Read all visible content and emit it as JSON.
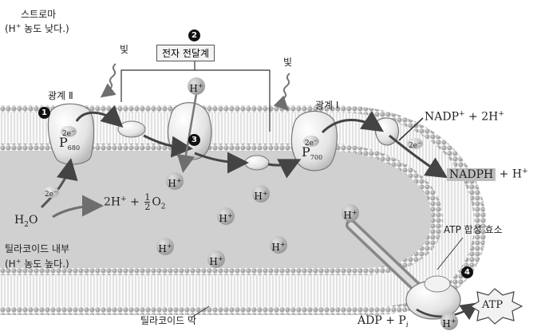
{
  "labels": {
    "stroma": "스트로마",
    "stroma_note": "(H",
    "stroma_note_tail": " 농도 낮다.)",
    "light_1": "빛",
    "light_2": "빛",
    "etc": "전자 전달계",
    "ps2": "광계 Ⅱ",
    "ps1": "광계 Ⅰ",
    "p680_p": "P",
    "p680_sub": "680",
    "p700_p": "P",
    "p700_sub": "700",
    "nadp_eq": "NADP",
    "nadp_eq_tail": " + 2H",
    "nadph": "NADPH",
    "nadph_tail": " + H",
    "water": "H",
    "water_sub": "2",
    "water_tail": "O",
    "split_left": "2H",
    "split_plus": " + ",
    "frac_num": "1",
    "frac_den": "2",
    "o2": "O",
    "o2_sub": "2",
    "lumen": "틸라코이드 내부",
    "lumen_note": "(H",
    "lumen_note_tail": " 농도 높다.)",
    "atp_synthase": "ATP 합성 효소",
    "adp": "ADP + P",
    "adp_sub": "i",
    "atp": "ATP",
    "membrane": "틸라코이드 막",
    "plus": "+",
    "minus": "−"
  },
  "electron": "2e",
  "proton": "H",
  "step_numbers": [
    "1",
    "2",
    "3",
    "4"
  ],
  "colors": {
    "membrane_head": "#a9a9a9",
    "lumen": "#d0d0d0",
    "protein": "#ececec",
    "arrow": "#555555",
    "arrow_dark": "#333333"
  }
}
